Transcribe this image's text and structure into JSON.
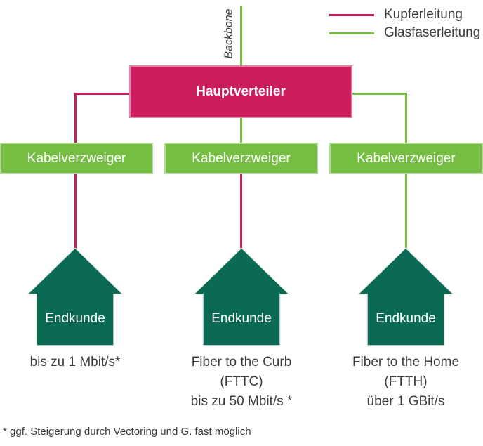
{
  "diagram": {
    "backbone_label": "Backbone",
    "legend": {
      "items": [
        {
          "id": "copper",
          "label": "Kupferleitung",
          "color": "#cb1d5d"
        },
        {
          "id": "fiber",
          "label": "Glasfaserleitung",
          "color": "#76bd43"
        }
      ]
    },
    "main_node": {
      "label": "Hauptverteiler",
      "color": "#cb1d5d"
    },
    "distributors": [
      {
        "label": "Kabelverzweiger"
      },
      {
        "label": "Kabelverzweiger"
      },
      {
        "label": "Kabelverzweiger"
      }
    ],
    "houses": [
      {
        "label": "Endkunde",
        "caption": [
          "bis zu 1 Mbit/s*"
        ]
      },
      {
        "label": "Endkunde",
        "caption": [
          "Fiber to the Curb",
          "(FTTC)",
          "bis zu 50 Mbit/s *"
        ]
      },
      {
        "label": "Endkunde",
        "caption": [
          "Fiber to the Home",
          "(FTTH)",
          "über 1 GBit/s"
        ]
      }
    ],
    "connections": {
      "backbone_to_main": "fiber",
      "main_to_left_distributor": "copper",
      "main_to_middle_distributor": "fiber",
      "main_to_right_distributor": "fiber",
      "left_distributor_to_house": "copper",
      "middle_distributor_to_house": "copper",
      "right_distributor_to_house": "fiber"
    },
    "footnote": "* ggf. Steigerung durch Vectoring und G. fast möglich",
    "colors": {
      "copper": "#cb1d5d",
      "fiber": "#76bd43",
      "house": "#0a6a54",
      "text": "#3c3c3b"
    }
  }
}
